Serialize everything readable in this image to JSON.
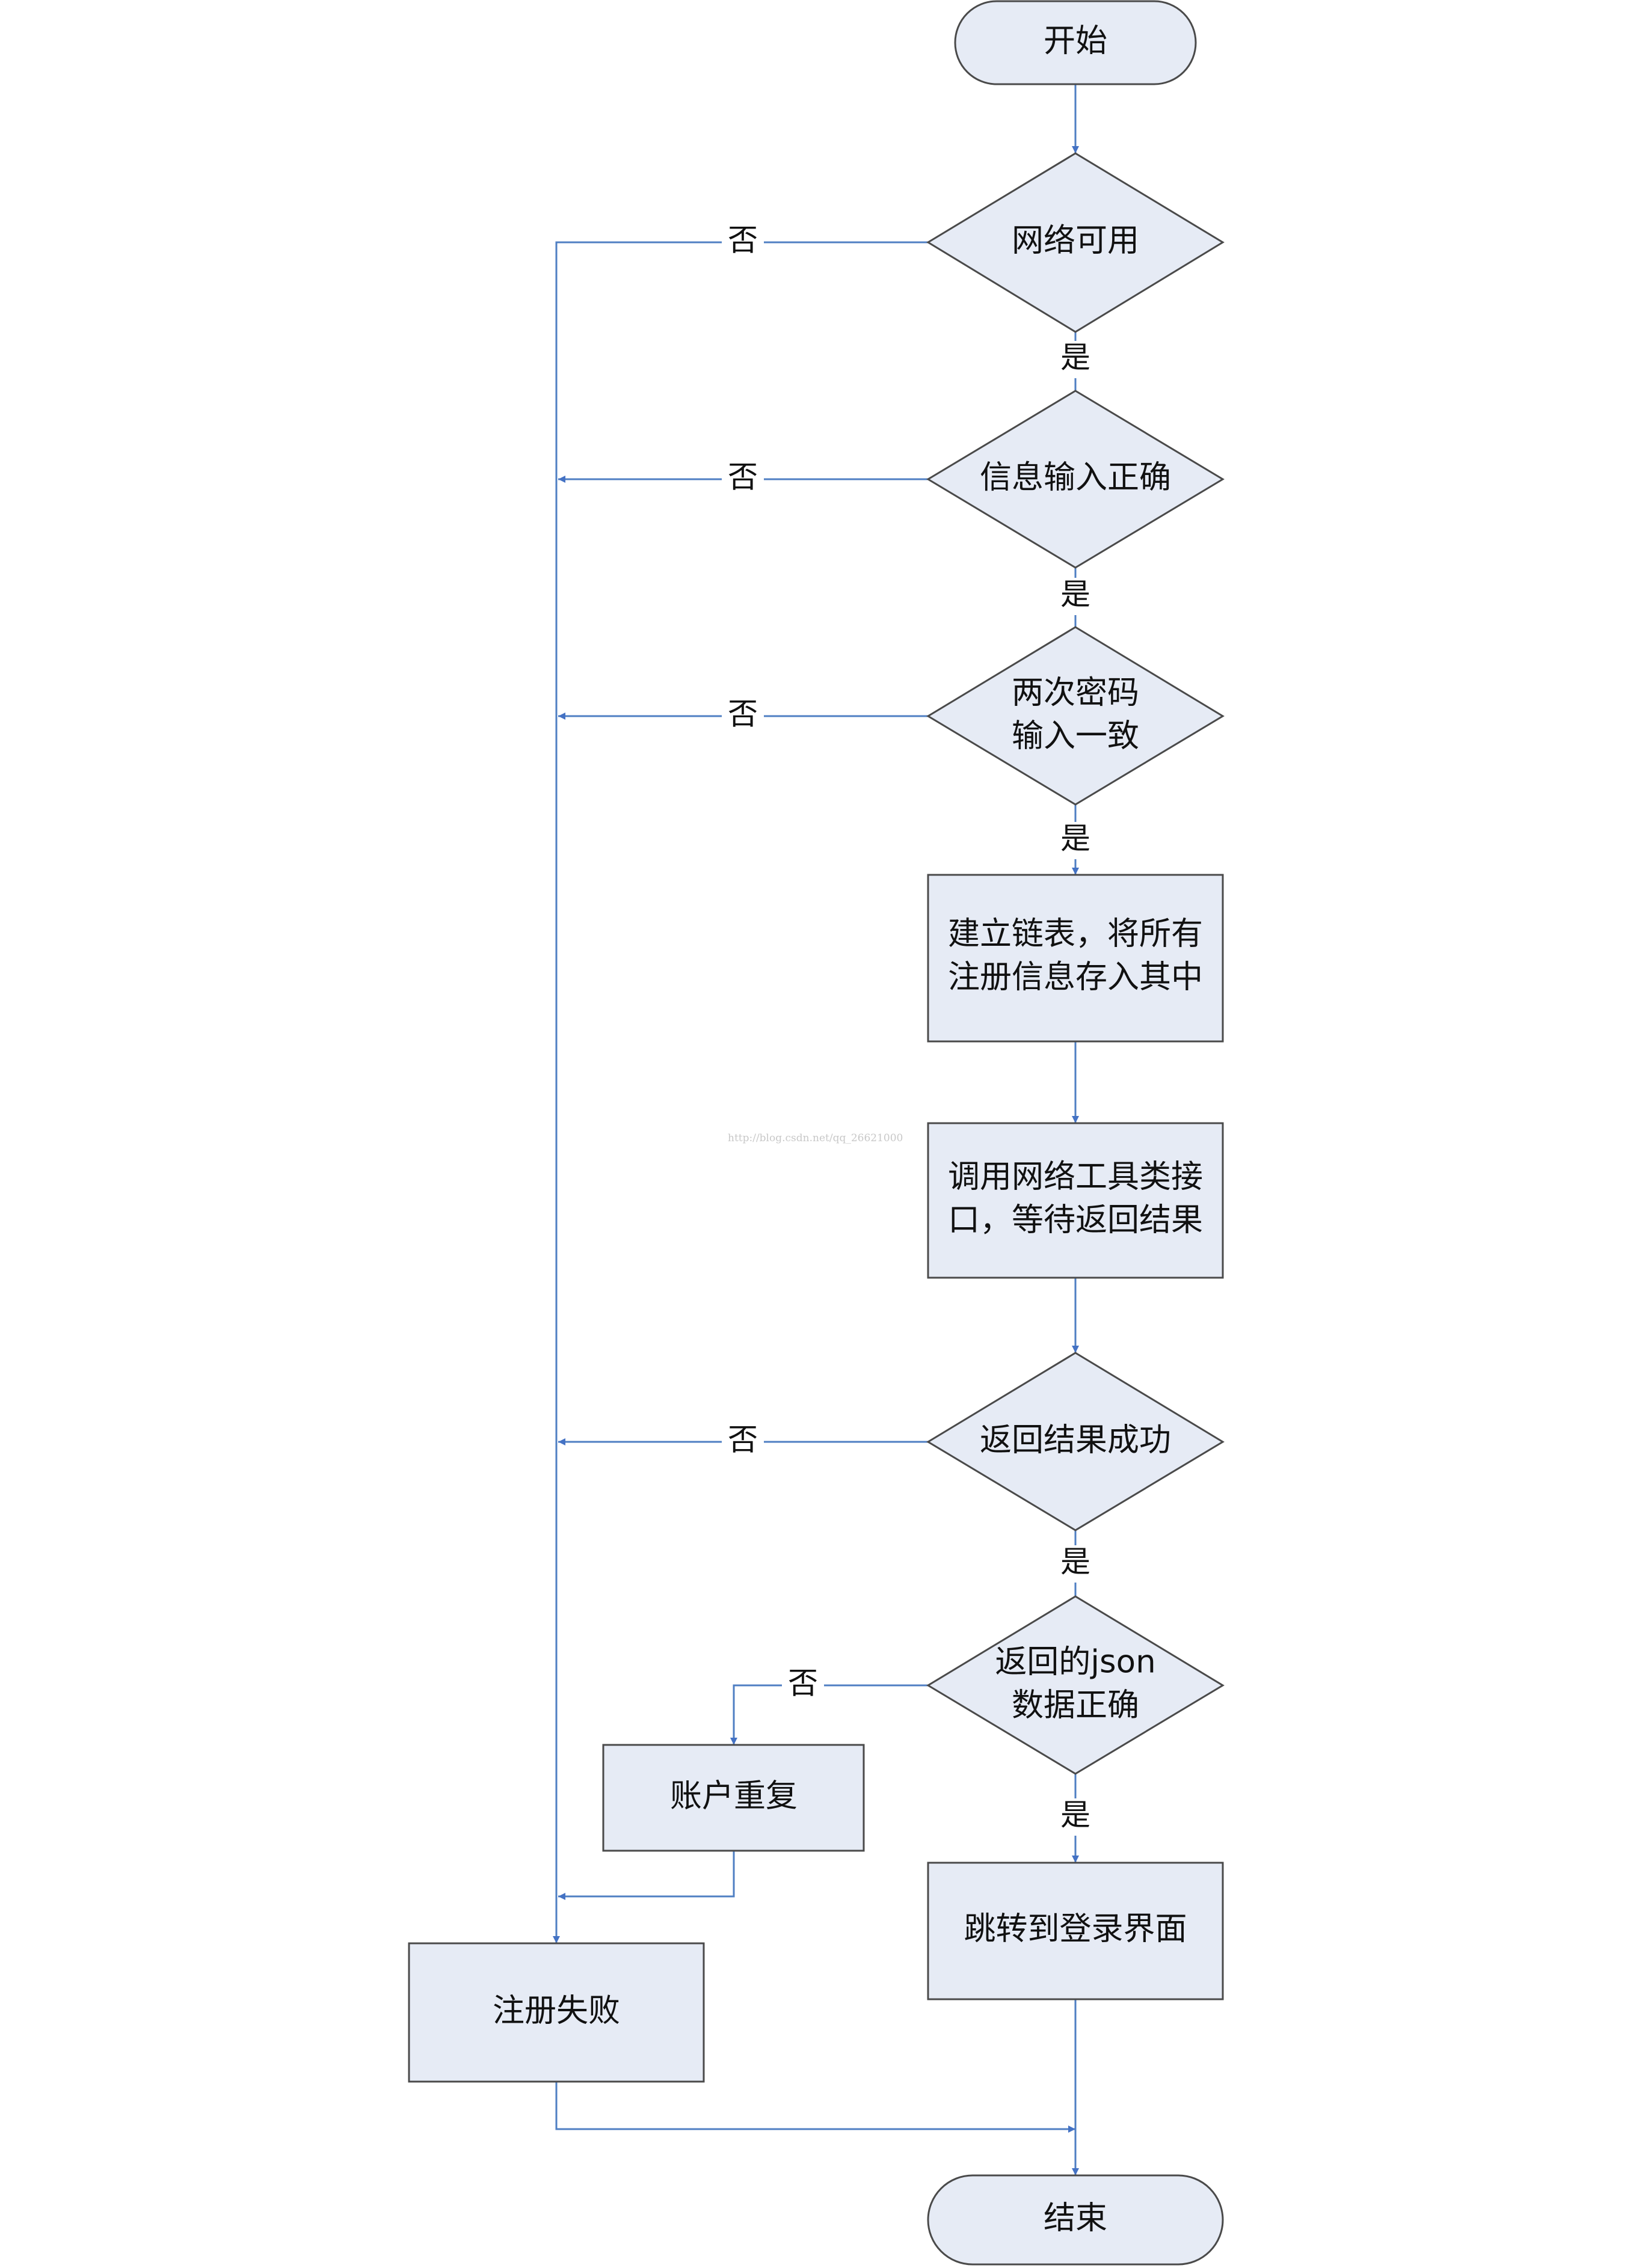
{
  "nodes": {
    "start": "开始",
    "network_ok": "网络可用",
    "info_ok": "信息输入正确",
    "pwd_match_line1": "两次密码",
    "pwd_match_line2": "输入一致",
    "build_list_line1": "建立链表，将所有",
    "build_list_line2": "注册信息存入其中",
    "call_api_line1": "调用网络工具类接",
    "call_api_line2": "口，等待返回结果",
    "result_ok": "返回结果成功",
    "json_ok_line1": "返回的json",
    "json_ok_line2": "数据正确",
    "account_dup": "账户重复",
    "goto_login": "跳转到登录界面",
    "register_fail": "注册失败",
    "end": "结束"
  },
  "labels": {
    "yes": "是",
    "no": "否"
  },
  "watermark": "http://blog.csdn.net/qq_26621000",
  "colors": {
    "shape_fill": "#e6ebf5",
    "shape_stroke": "#4a4a4a",
    "connector": "#4f7fc3",
    "arrowhead": "#4472c4"
  }
}
